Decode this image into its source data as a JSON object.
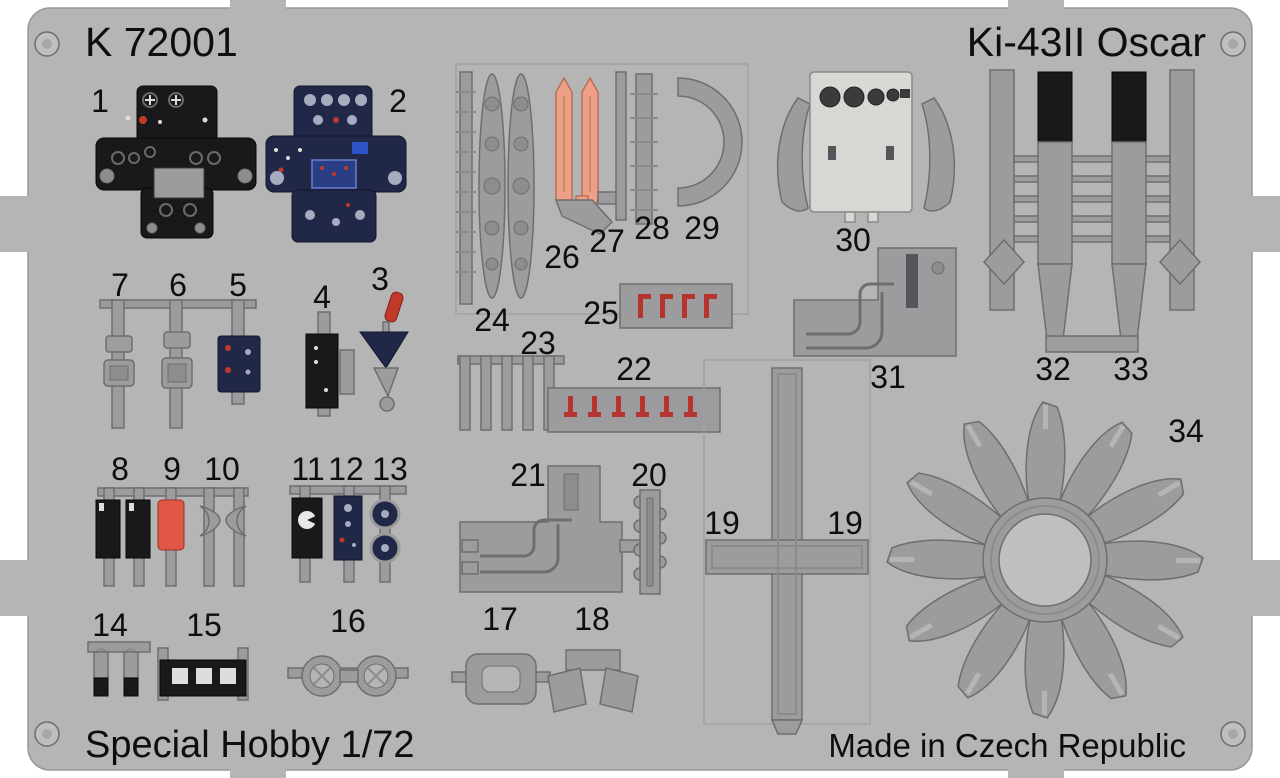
{
  "header": {
    "code": "K 72001",
    "title": "Ki-43II Oscar"
  },
  "footer": {
    "brand": "Special Hobby 1/72",
    "origin": "Made in Czech Republic"
  },
  "part_labels": [
    "1",
    "2",
    "3",
    "4",
    "5",
    "6",
    "7",
    "8",
    "9",
    "10",
    "11",
    "12",
    "13",
    "14",
    "15",
    "16",
    "17",
    "18",
    "19",
    "19",
    "20",
    "21",
    "22",
    "23",
    "24",
    "25",
    "26",
    "27",
    "28",
    "29",
    "30",
    "31",
    "32",
    "33",
    "34"
  ],
  "colors": {
    "background": "#ffffff",
    "sheet_gray": "#b5b5b6",
    "part_gray": "#9c9c9e",
    "paint_black": "#19191b",
    "paint_navy": "#212847",
    "paint_red": "#c0392b",
    "paint_salmon": "#eda086",
    "panel_light": "#d8d7d4"
  }
}
